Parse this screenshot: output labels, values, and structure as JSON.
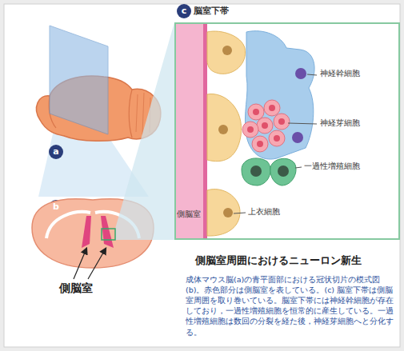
{
  "diagram": {
    "title": "側脳室周囲におけるニューロン新生",
    "caption": "成体マウス脳(a)の青平面部における冠状切片の模式図(b)。赤色部分は側脳室を表している。(c) 脳室下帯は側脳室周囲を取り巻いている。脳室下帯には神経幹細胞が存在しており，一過性増殖細胞を恒常的に産生している。一過性増殖細胞は数回の分裂を経た後，神経芽細胞へと分化する。",
    "nodes": [
      {
        "text": [
          "脳室下帯"
        ]
      }
    ],
    "labels": [
      "a",
      "b",
      "c",
      "側脳室",
      "神経幹細胞",
      "神経芽細胞",
      "一過性増殖細胞",
      "上衣細胞",
      "側脳室"
    ]
  }
}
